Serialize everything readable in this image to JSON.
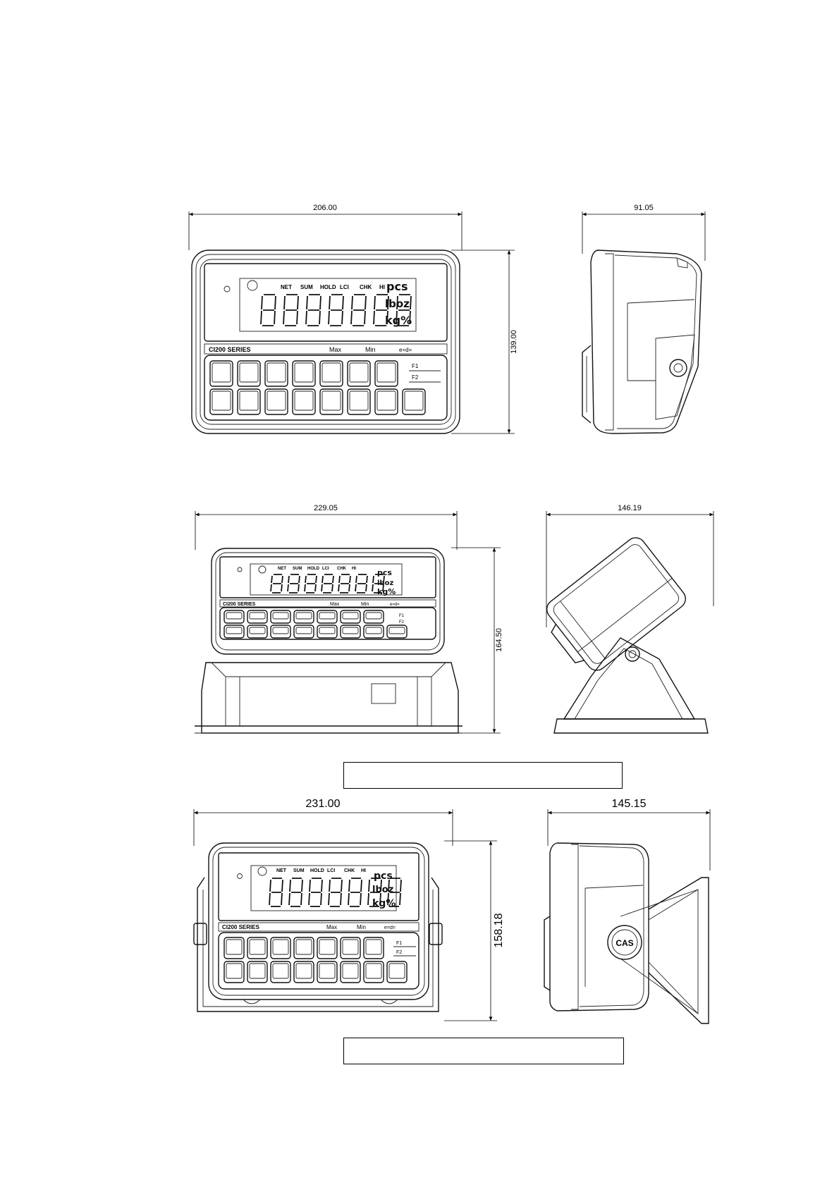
{
  "dimensions": {
    "top_front_width": "206.00",
    "top_front_height": "139.00",
    "top_side_width": "91.05",
    "mid_front_width": "229.05",
    "mid_front_height": "164.50",
    "mid_side_width": "146.19",
    "bottom_front_width": "231.00",
    "bottom_front_height": "158.18",
    "bottom_side_width": "145.15"
  },
  "device": {
    "series_label": "CI200 SERIES",
    "max_label": "Max",
    "min_label": "Min",
    "e_label": "e=d=",
    "lcd_annunciators": [
      "NET",
      "SUM",
      "HOLD",
      "LCI",
      "CHK",
      "HI"
    ],
    "unit_pcs": "pcs",
    "unit_lboz": "lboz",
    "unit_kgpct": "kg%",
    "f1": "F1",
    "f2": "F2",
    "brand": "CAS"
  },
  "captions": {
    "middle": "",
    "bottom": ""
  }
}
